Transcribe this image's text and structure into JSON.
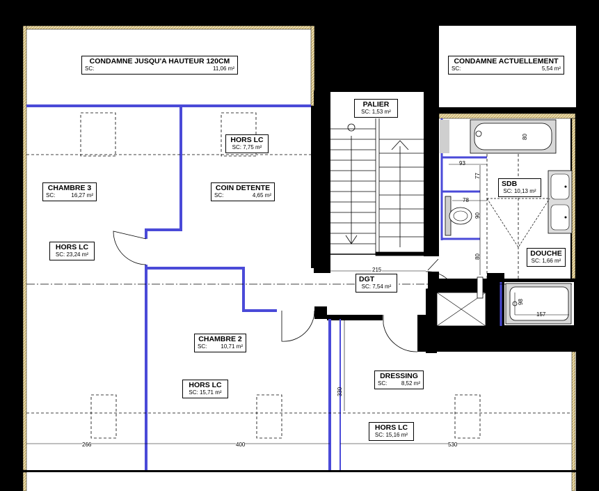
{
  "rooms": {
    "condamne_hauteur": {
      "name": "CONDAMNE JUSQU'A HAUTEUR 120CM",
      "sc": "SC:",
      "area": "11,06 m²"
    },
    "condamne_actuel": {
      "name": "CONDAMNE ACTUELLEMENT",
      "sc": "SC:",
      "area": "5,54 m²"
    },
    "palier": {
      "name": "PALIER",
      "scarea": "SC: 1,53 m²"
    },
    "hors_lc_1": {
      "name": "HORS LC",
      "scarea": "SC: 7,75 m²"
    },
    "chambre3": {
      "name": "CHAMBRE 3",
      "sc": "SC:",
      "area": "16,27 m²"
    },
    "coin_detente": {
      "name": "COIN DETENTE",
      "sc": "SC:",
      "area": "4,65 m²"
    },
    "hors_lc_2": {
      "name": "HORS LC",
      "scarea": "SC: 23,24 m²"
    },
    "sdb": {
      "name": "SDB",
      "scarea": "SC: 10,13 m²"
    },
    "douche": {
      "name": "DOUCHE",
      "scarea": "SC: 1,66 m²"
    },
    "dgt": {
      "name": "DGT",
      "scarea": "SC: 7,54 m²"
    },
    "chambre2": {
      "name": "CHAMBRE 2",
      "sc": "SC:",
      "area": "10,71 m²"
    },
    "hors_lc_3": {
      "name": "HORS LC",
      "scarea": "SC: 15,71 m²"
    },
    "dressing": {
      "name": "DRESSING",
      "sc": "SC:",
      "area": "8,52 m²"
    },
    "hors_lc_4": {
      "name": "HORS LC",
      "scarea": "SC: 15,16 m²"
    }
  },
  "dimensions": {
    "d93": "93",
    "d77": "77",
    "d78": "78",
    "d90": "90",
    "d80a": "80",
    "d80b": "80",
    "d215": "215",
    "d98": "98",
    "d157": "157",
    "d330": "330",
    "d266": "266",
    "d400": "400",
    "d530": "530"
  },
  "colors": {
    "background": "#000000",
    "floor": "#ffffff",
    "partition": "#4a4ad8",
    "wall_hatch": "#c8b070",
    "fixture_gray": "#cfcfcf"
  }
}
